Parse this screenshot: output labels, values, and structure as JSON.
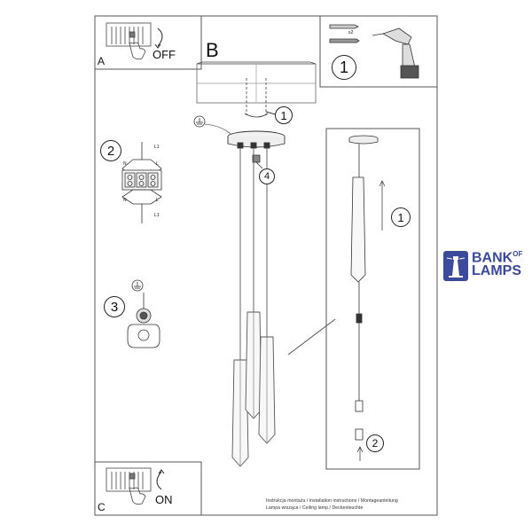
{
  "panel_a": {
    "letter": "A",
    "switch_state": "OFF"
  },
  "panel_b": {
    "letter": "B"
  },
  "panel_c": {
    "letter": "C",
    "switch_state": "ON"
  },
  "tools": {
    "quantity": "x2",
    "step": "1"
  },
  "steps": {
    "mount": "1",
    "wiring": "2",
    "ground": "3",
    "clamp": "4",
    "cable_adjust": "1",
    "connector": "2"
  },
  "terminal_labels": {
    "phase": "L",
    "neutral": "N",
    "ground": "⏚",
    "phase_wire": "L1"
  },
  "footer": {
    "line1": "Instrukcja montażu / installation instructions / Montageanleitung",
    "line2": "Lampa wisząca / Ceiling lamp / Deckenleuchte"
  },
  "brand": {
    "name_top": "BANK",
    "name_of": "OF",
    "name_bottom": "LAMPS",
    "color": "#3b4a9c"
  }
}
